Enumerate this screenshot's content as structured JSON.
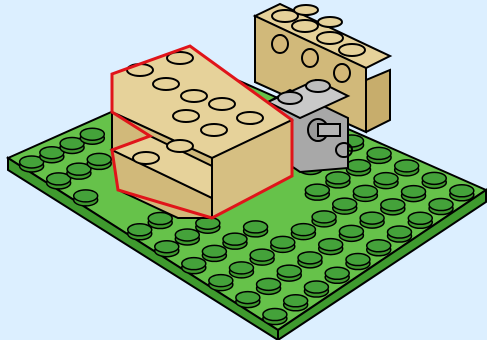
{
  "scene": {
    "background": "#dcefff",
    "outline": "#000000",
    "highlight_outline": "#e0141a",
    "baseplate": {
      "name": "green-baseplate",
      "top_color": "#66c24a",
      "side_color": "#3f9a2e",
      "stud_color": "#44a23a"
    },
    "brick_color_top": "#e6d29a",
    "brick_color_side": "#d1b97a",
    "grey_part_top": "#c9c9c9",
    "grey_part_side": "#a8a8a8",
    "parts": [
      {
        "name": "highlighted-brick-assembly",
        "color": "tan",
        "highlighted": true
      },
      {
        "name": "technic-beam-with-holes",
        "color": "tan"
      },
      {
        "name": "grey-connector-brick-with-axle-pin",
        "color": "grey"
      }
    ]
  }
}
